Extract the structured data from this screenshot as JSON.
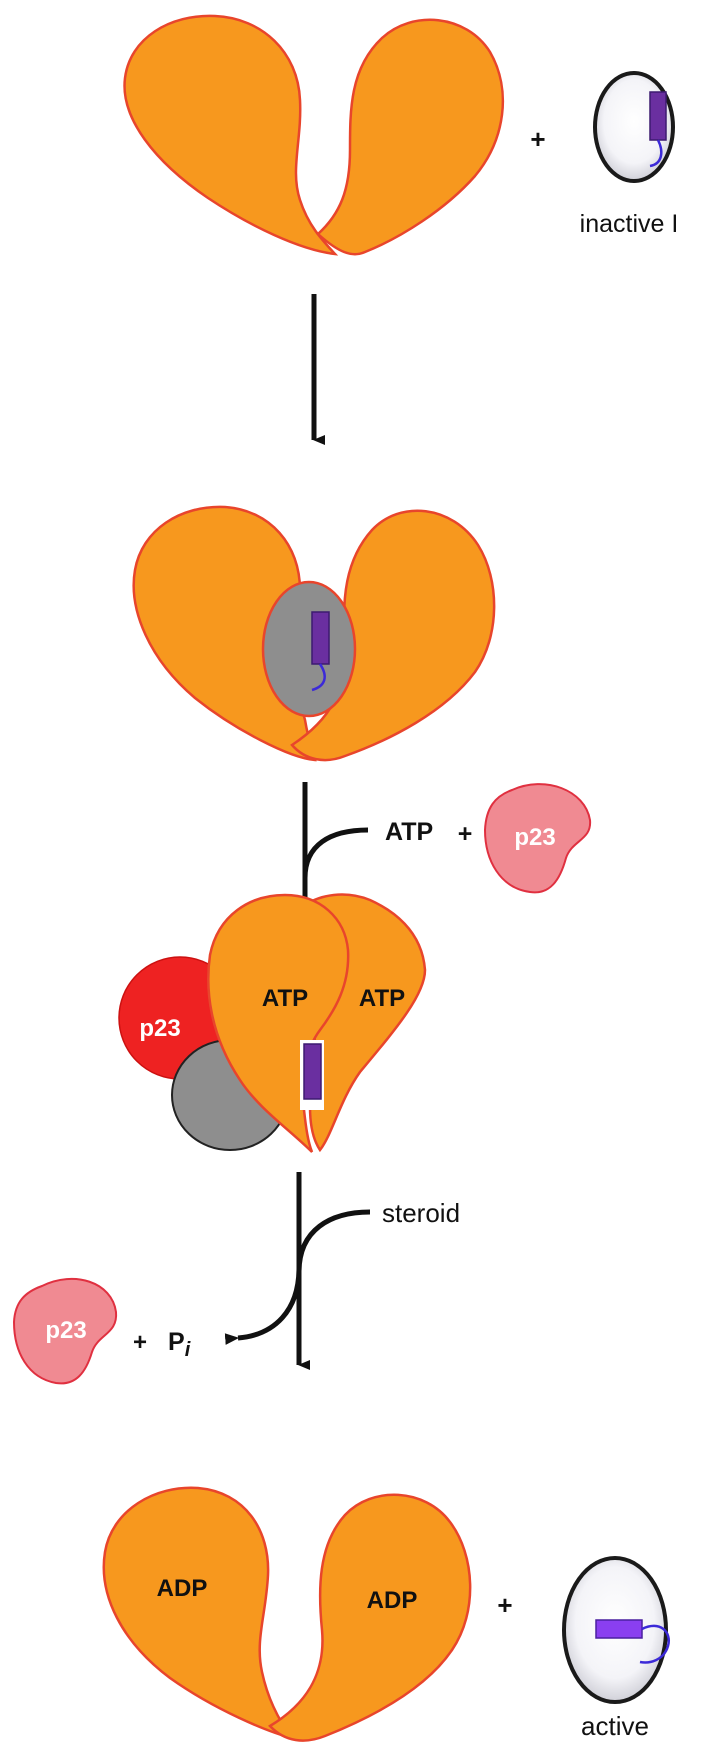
{
  "colors": {
    "hsp90_fill": "#f7981e",
    "hsp90_stroke": "#e8452c",
    "client_fill": "#8e8e8e",
    "helix_fill": "#6a2fa0",
    "active_helix_fill": "#8a3ff0",
    "loop_stroke": "#3c2ad8",
    "p23_fill": "#ee2222",
    "p23_fill_faded": "#f08a92",
    "arrow": "#111111"
  },
  "labels": {
    "plus_top": "+",
    "inactive_label": "inactive I",
    "reagent_atp": "ATP",
    "reagent_plus": "+",
    "p23_free_label": "p23",
    "atp_left": "ATP",
    "atp_right": "ATP",
    "p23_bound_label": "p23",
    "steroid_label": "steroid",
    "p23_released_label": "p23",
    "pi_plus": "+",
    "pi_label": "P",
    "pi_subscript": "i",
    "adp_left": "ADP",
    "adp_right": "ADP",
    "plus_bottom": "+",
    "active_label": "active"
  }
}
